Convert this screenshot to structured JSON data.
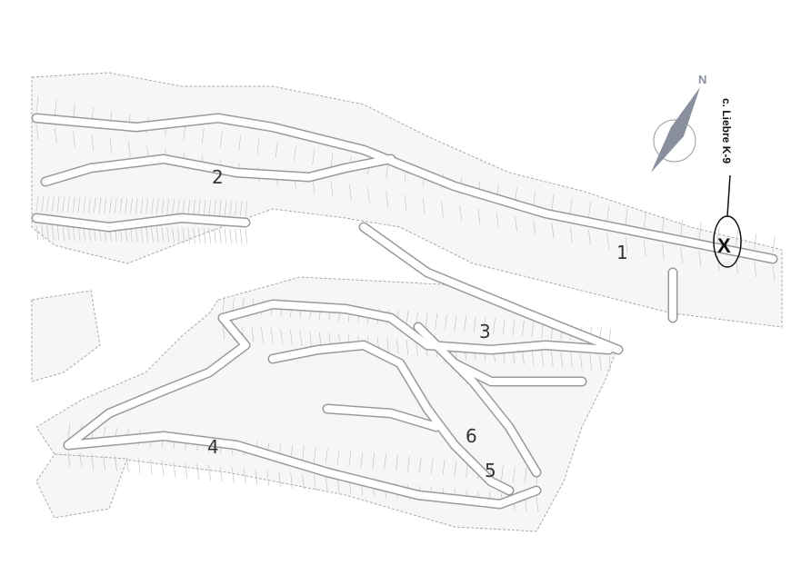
{
  "map": {
    "sectors": [
      {
        "label": "1"
      },
      {
        "label": "2"
      },
      {
        "label": "3"
      },
      {
        "label": "4"
      },
      {
        "label": "5"
      },
      {
        "label": "6"
      }
    ],
    "compass": {
      "label": "N",
      "color": "#8a8f9e"
    },
    "marker": {
      "symbol": "X",
      "callout": "c. Liebre K-9"
    },
    "colors": {
      "road": "#9a9a9a",
      "text": "#333333"
    }
  }
}
